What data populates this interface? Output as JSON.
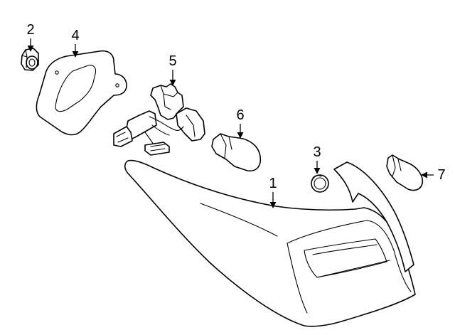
{
  "callouts": [
    {
      "number": "1",
      "part": "tail-lamp-assembly"
    },
    {
      "number": "2",
      "part": "nut"
    },
    {
      "number": "3",
      "part": "grommet"
    },
    {
      "number": "4",
      "part": "gasket"
    },
    {
      "number": "5",
      "part": "socket-and-wire"
    },
    {
      "number": "6",
      "part": "bulb"
    },
    {
      "number": "7",
      "part": "bulb"
    }
  ],
  "colors": {
    "line": "#000000",
    "background": "#ffffff"
  }
}
